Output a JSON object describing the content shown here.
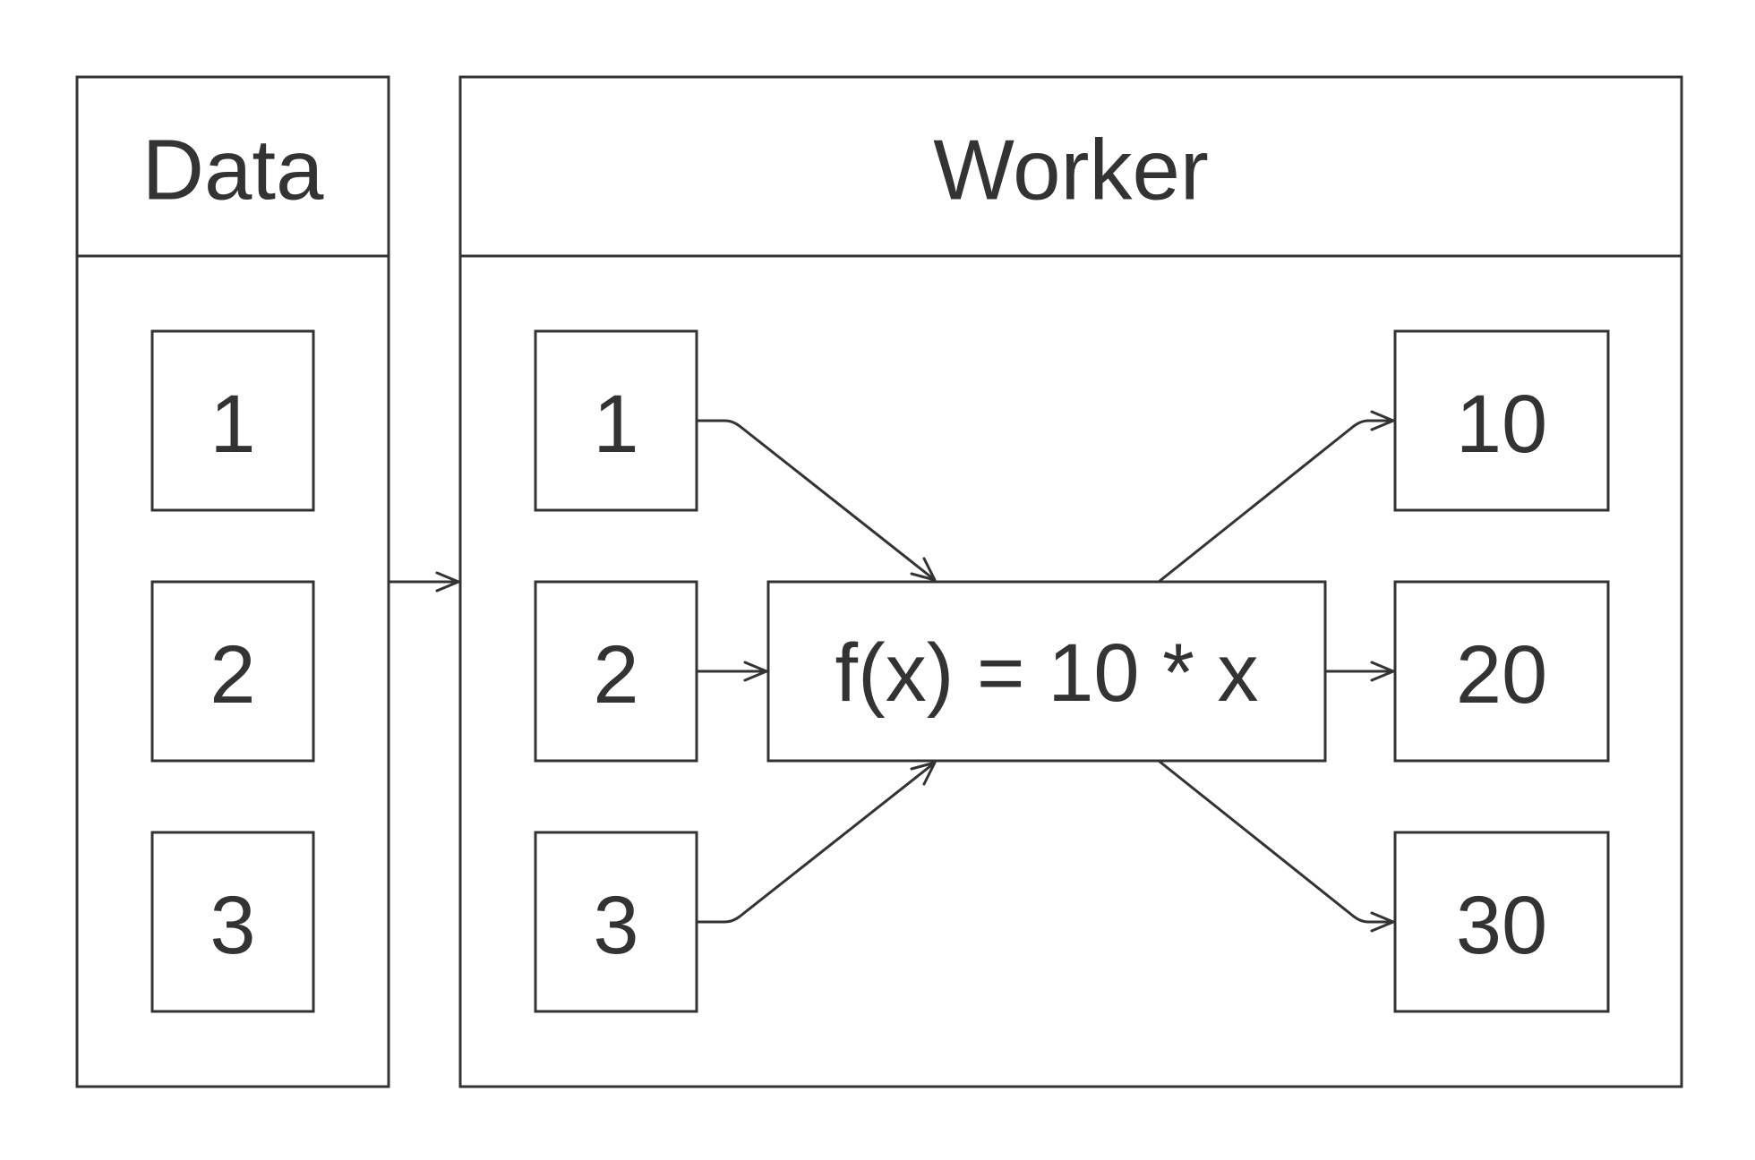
{
  "data_panel": {
    "title": "Data",
    "items": [
      "1",
      "2",
      "3"
    ]
  },
  "worker_panel": {
    "title": "Worker",
    "inputs": [
      "1",
      "2",
      "3"
    ],
    "function_label": "f(x) = 10 * x",
    "outputs": [
      "10",
      "20",
      "30"
    ]
  },
  "colors": {
    "stroke": "#333333",
    "text": "#333333",
    "background": "#ffffff"
  }
}
